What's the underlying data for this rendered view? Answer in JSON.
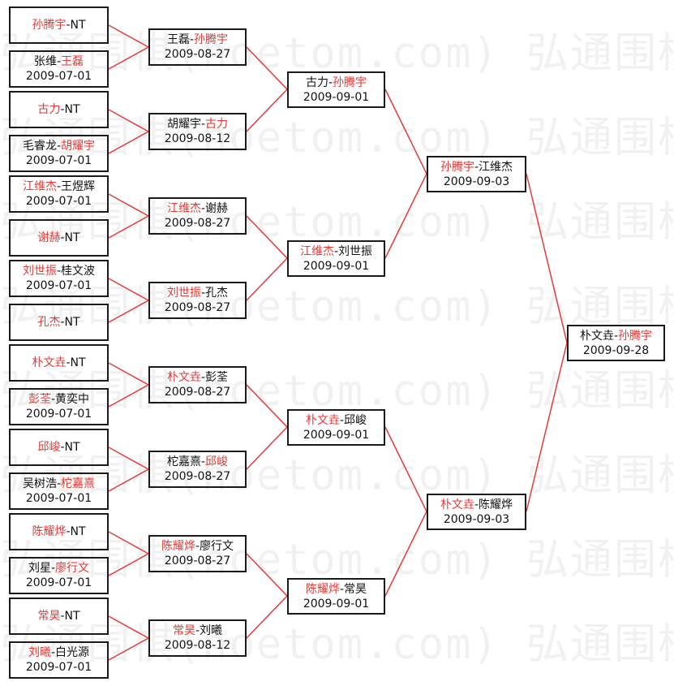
{
  "watermark": "弘通围棋(hoetom.com) 弘通围棋(hoetom.com)",
  "colors": {
    "winner": "#e53935",
    "other": "#111111",
    "connector": "#e53935",
    "border": "#1a1a1a"
  },
  "round1": [
    {
      "a": "孙腾宇",
      "b": "NT",
      "winner": "a",
      "date": ""
    },
    {
      "a": "张维",
      "b": "王磊",
      "winner": "b",
      "date": "2009-07-01"
    },
    {
      "a": "古力",
      "b": "NT",
      "winner": "a",
      "date": ""
    },
    {
      "a": "毛睿龙",
      "b": "胡耀宇",
      "winner": "b",
      "date": "2009-07-01"
    },
    {
      "a": "江维杰",
      "b": "王煜辉",
      "winner": "a",
      "date": "2009-07-01"
    },
    {
      "a": "谢赫",
      "b": "NT",
      "winner": "a",
      "date": ""
    },
    {
      "a": "刘世振",
      "b": "桂文波",
      "winner": "a",
      "date": "2009-07-01"
    },
    {
      "a": "孔杰",
      "b": "NT",
      "winner": "a",
      "date": ""
    },
    {
      "a": "朴文垚",
      "b": "NT",
      "winner": "a",
      "date": ""
    },
    {
      "a": "彭荃",
      "b": "黄奕中",
      "winner": "a",
      "date": "2009-07-01"
    },
    {
      "a": "邱峻",
      "b": "NT",
      "winner": "a",
      "date": ""
    },
    {
      "a": "吴树浩",
      "b": "柁嘉熹",
      "winner": "b",
      "date": "2009-07-01"
    },
    {
      "a": "陈耀烨",
      "b": "NT",
      "winner": "a",
      "date": ""
    },
    {
      "a": "刘星",
      "b": "廖行文",
      "winner": "b",
      "date": "2009-07-01"
    },
    {
      "a": "常昊",
      "b": "NT",
      "winner": "a",
      "date": ""
    },
    {
      "a": "刘曦",
      "b": "白光源",
      "winner": "a",
      "date": "2009-07-01"
    }
  ],
  "round2": [
    {
      "a": "王磊",
      "b": "孙腾宇",
      "winner": "b",
      "date": "2009-08-27"
    },
    {
      "a": "胡耀宇",
      "b": "古力",
      "winner": "b",
      "date": "2009-08-12"
    },
    {
      "a": "江维杰",
      "b": "谢赫",
      "winner": "a",
      "date": "2009-08-27"
    },
    {
      "a": "刘世振",
      "b": "孔杰",
      "winner": "a",
      "date": "2009-08-27"
    },
    {
      "a": "朴文垚",
      "b": "彭荃",
      "winner": "a",
      "date": "2009-08-27"
    },
    {
      "a": "柁嘉熹",
      "b": "邱峻",
      "winner": "b",
      "date": "2009-08-27"
    },
    {
      "a": "陈耀烨",
      "b": "廖行文",
      "winner": "a",
      "date": "2009-08-27"
    },
    {
      "a": "常昊",
      "b": "刘曦",
      "winner": "a",
      "date": "2009-08-12"
    }
  ],
  "round3": [
    {
      "a": "古力",
      "b": "孙腾宇",
      "winner": "b",
      "date": "2009-09-01"
    },
    {
      "a": "江维杰",
      "b": "刘世振",
      "winner": "a",
      "date": "2009-09-01"
    },
    {
      "a": "朴文垚",
      "b": "邱峻",
      "winner": "a",
      "date": "2009-09-01"
    },
    {
      "a": "陈耀烨",
      "b": "常昊",
      "winner": "a",
      "date": "2009-09-01"
    }
  ],
  "round4": [
    {
      "a": "孙腾宇",
      "b": "江维杰",
      "winner": "a",
      "date": "2009-09-03"
    },
    {
      "a": "朴文垚",
      "b": "陈耀烨",
      "winner": "a",
      "date": "2009-09-03"
    }
  ],
  "round5": [
    {
      "a": "朴文垚",
      "b": "孙腾宇",
      "winner": "b",
      "date": "2009-09-28"
    }
  ]
}
